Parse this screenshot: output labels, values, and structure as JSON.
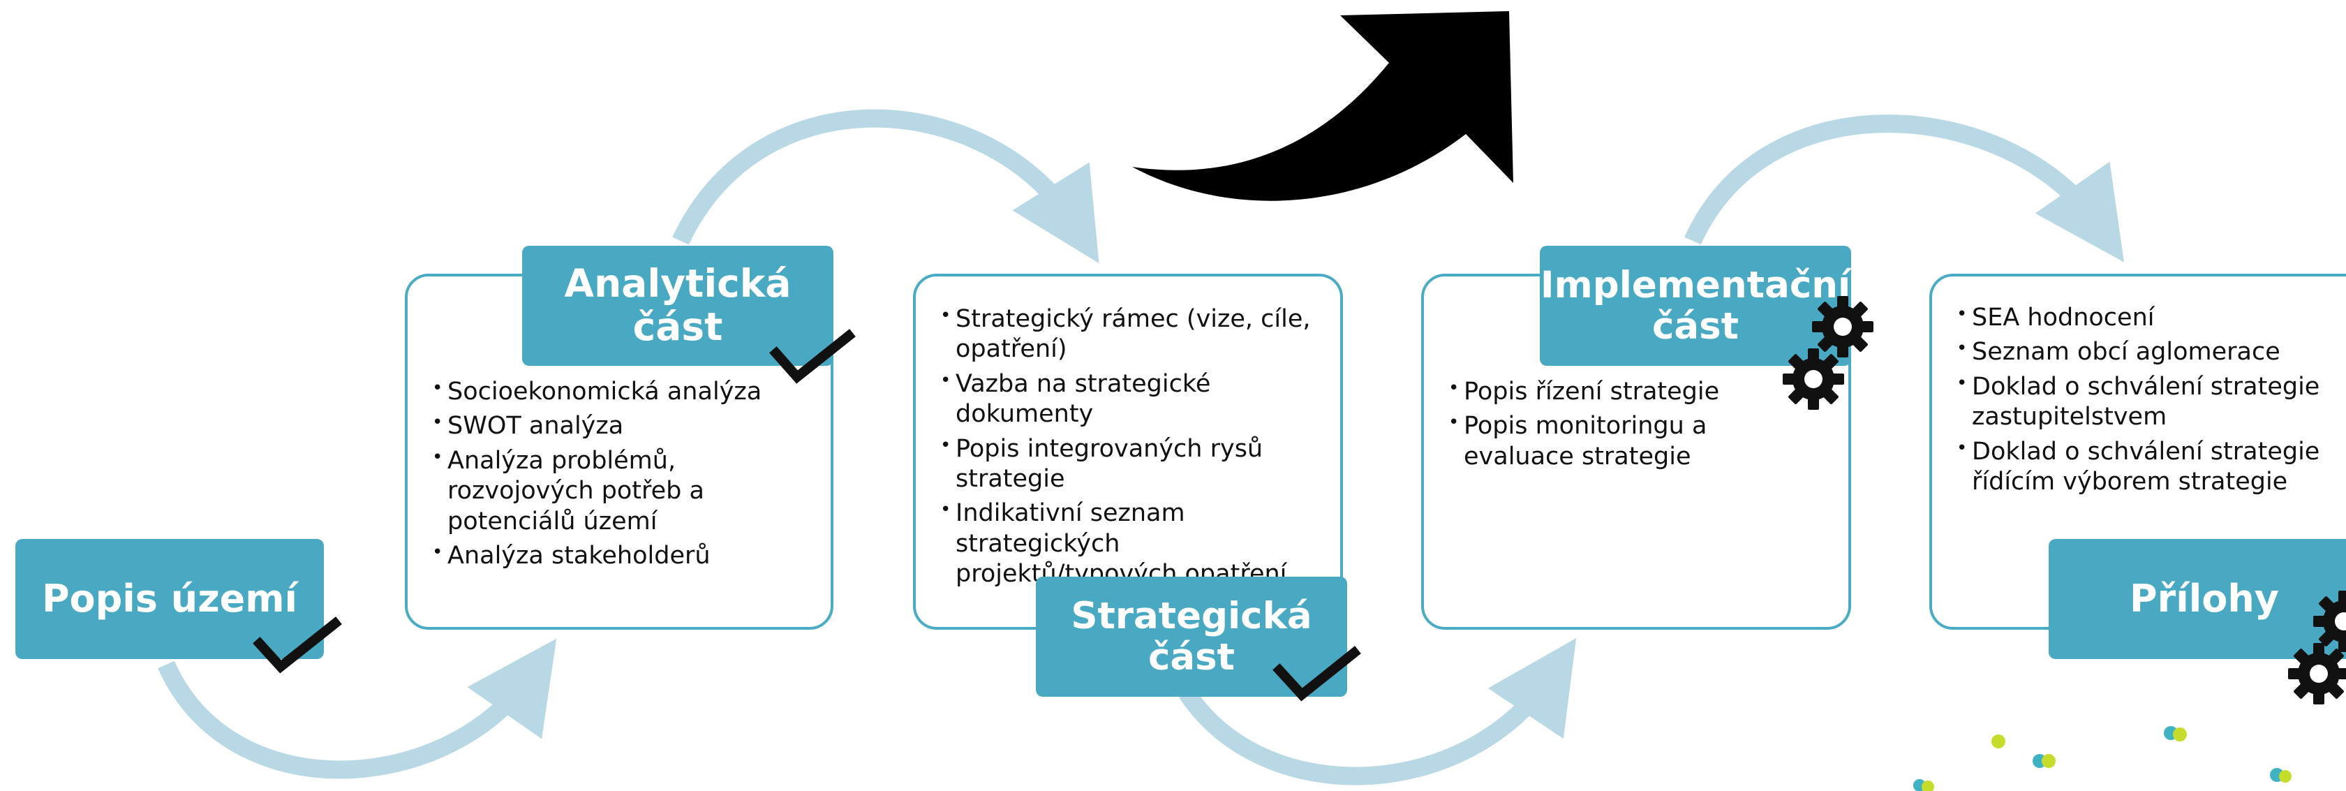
{
  "colors": {
    "box_border": "#4aabc4",
    "label_fill": "#49a9c3",
    "arc_stroke": "#b7d8e4",
    "check": "#111111",
    "gear": "#111111",
    "big_arrow": "#000000",
    "dot_lime": "#c5dd2a",
    "dot_teal": "#3fb2c4"
  },
  "stages": [
    {
      "id": "popis",
      "title": "Popis území",
      "status_icon": "check-icon",
      "items": []
    },
    {
      "id": "analyticka",
      "title": "Analytická část",
      "status_icon": "check-icon",
      "items": [
        "Socioekonomická analýza",
        "SWOT analýza",
        "Analýza problémů, rozvojových potřeb a potenciálů území",
        "Analýza stakeholderů"
      ]
    },
    {
      "id": "strategicka",
      "title_lines": [
        "Strategická",
        "část"
      ],
      "status_icon": "check-icon",
      "items": [
        "Strategický rámec (vize, cíle, opatření)",
        "Vazba na strategické dokumenty",
        "Popis integrovaných rysů strategie",
        "Indikativní seznam strategických projektů/typových opatření"
      ]
    },
    {
      "id": "implementacni",
      "title_lines": [
        "Implementační",
        "část"
      ],
      "status_icon": "gears-icon",
      "items": [
        "Popis řízení strategie",
        "Popis monitoringu a evaluace strategie"
      ]
    },
    {
      "id": "prilohy",
      "title": "Přílohy",
      "status_icon": "gears-icon",
      "items": [
        "SEA hodnocení",
        "Seznam obcí aglomerace",
        "Doklad o schválení strategie zastupitelstvem",
        "Doklad o schválení strategie řídícím výborem strategie"
      ]
    }
  ]
}
